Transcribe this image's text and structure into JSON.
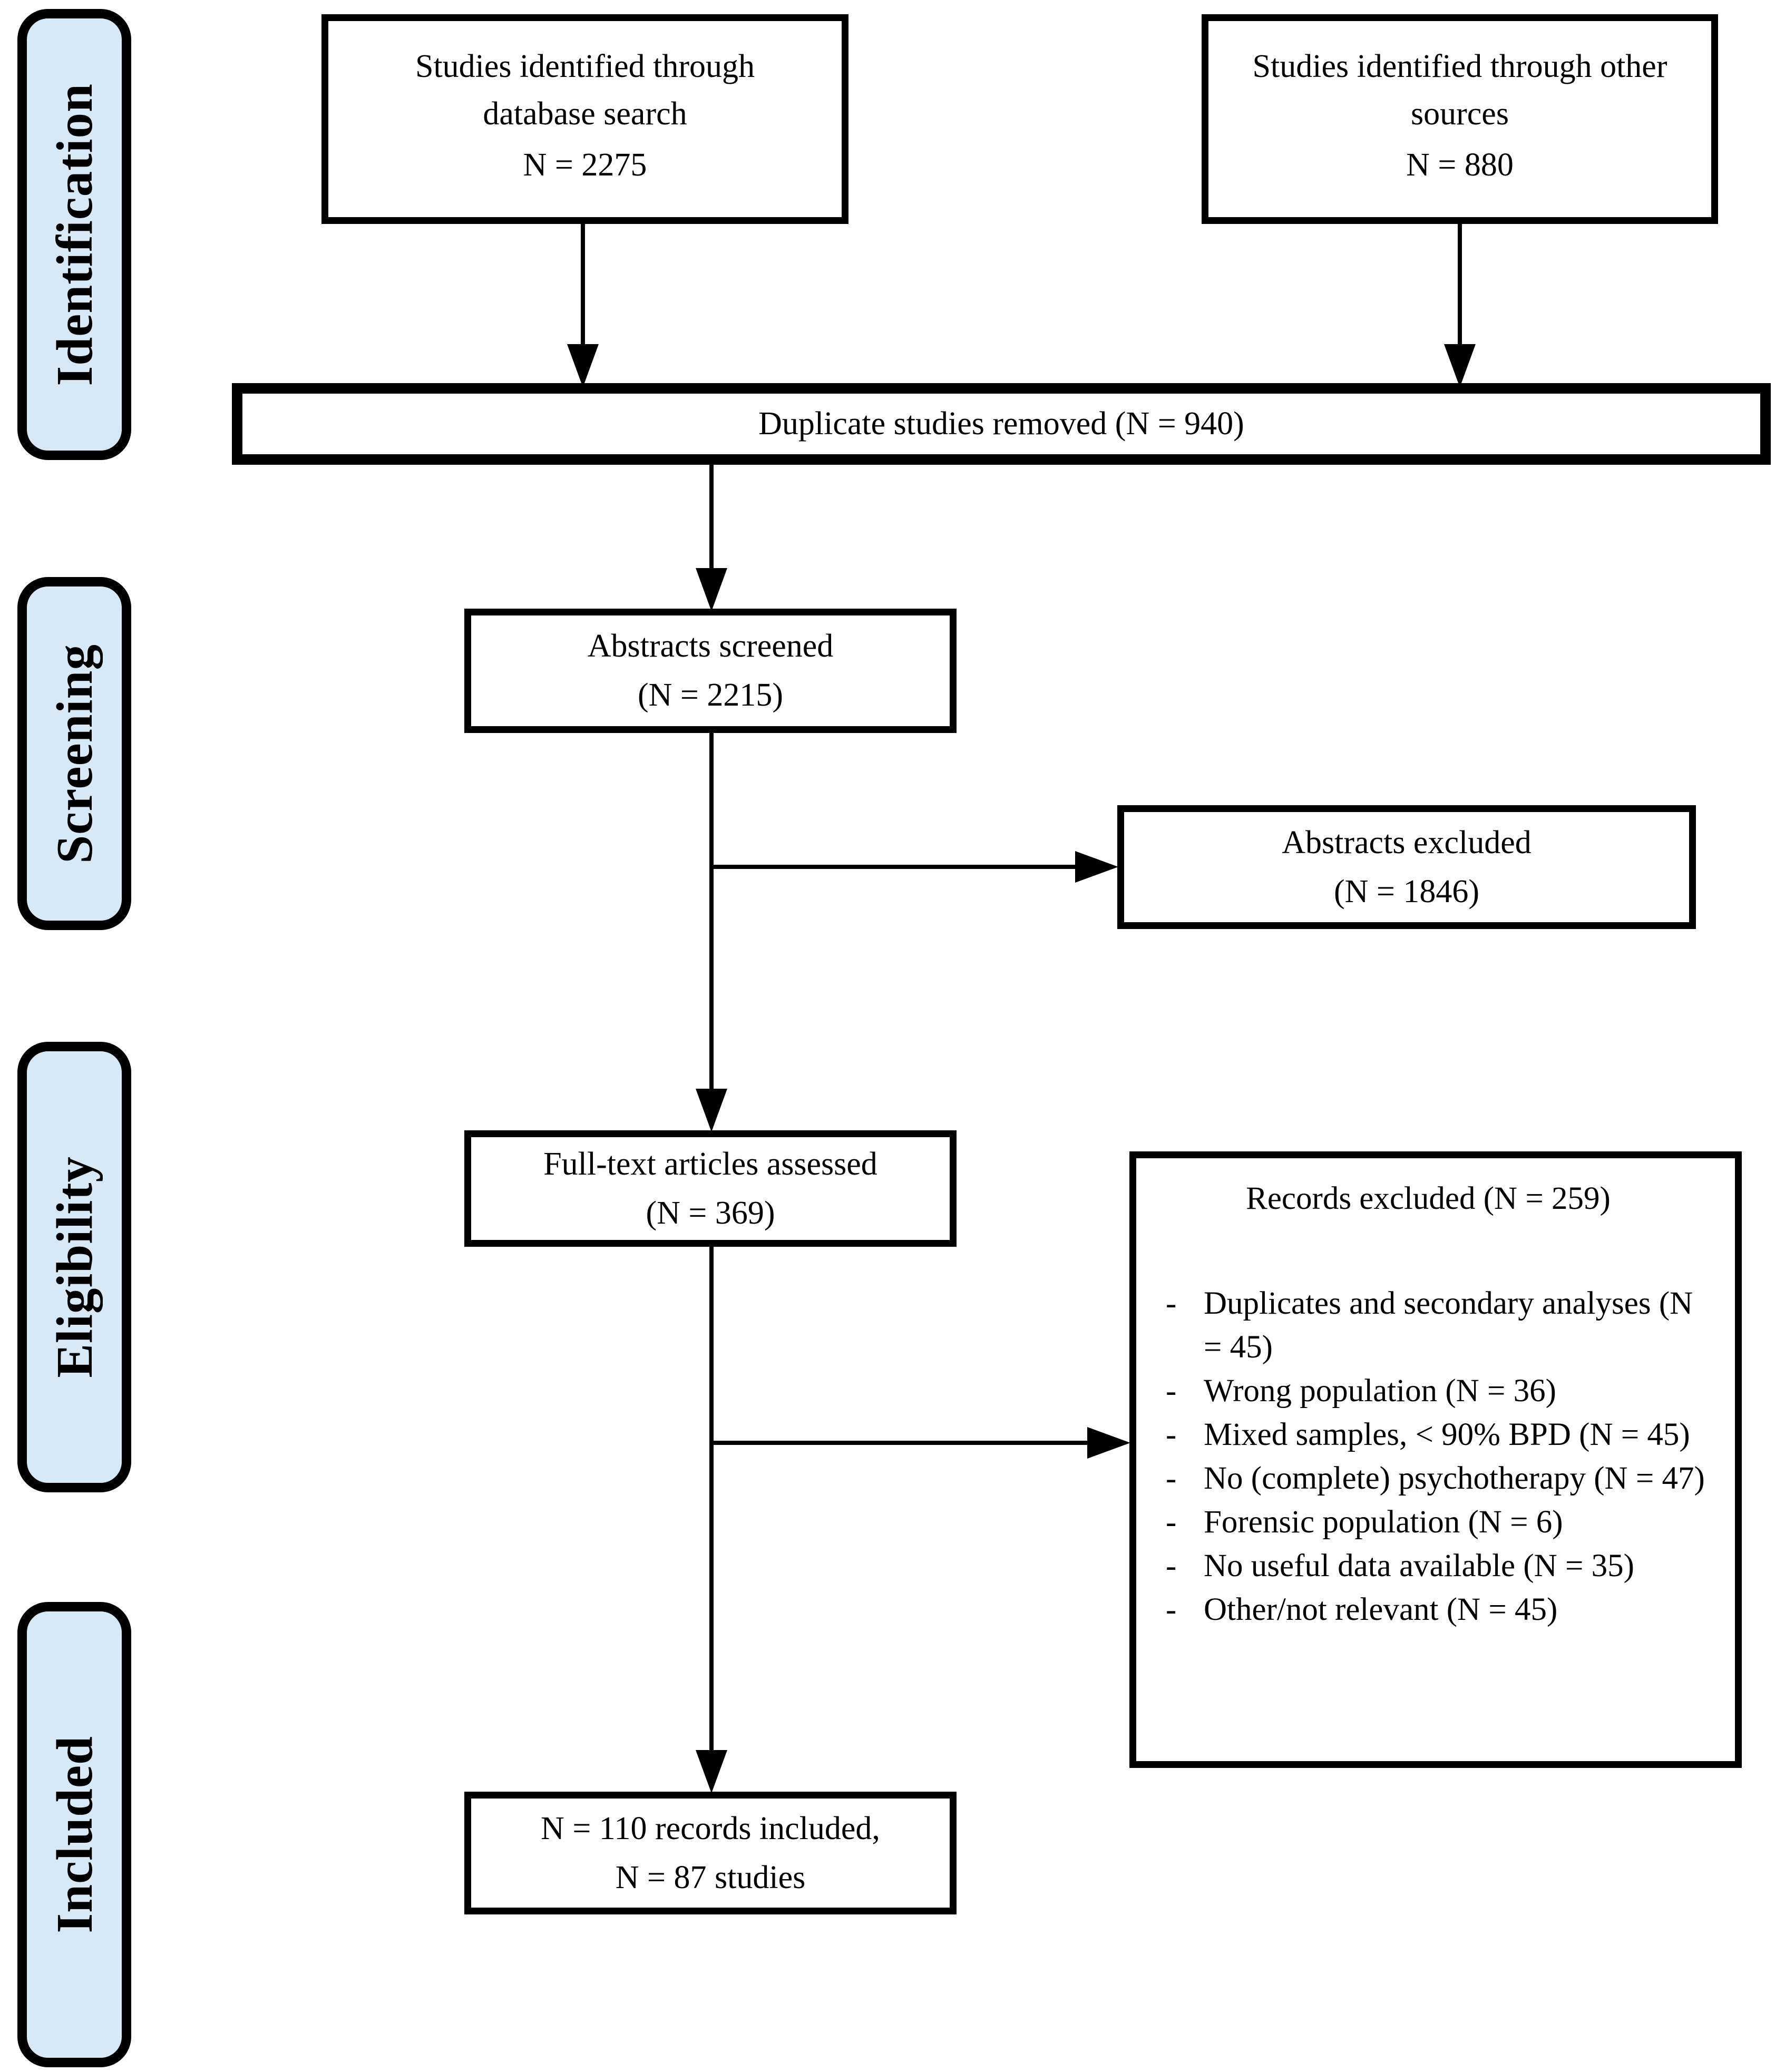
{
  "colors": {
    "stage_fill": "#d7e8f7",
    "line": "#000000",
    "box_background": "#ffffff"
  },
  "stages": [
    {
      "label": "Identification"
    },
    {
      "label": "Screening"
    },
    {
      "label": "Eligibility"
    },
    {
      "label": "Included"
    }
  ],
  "boxes": {
    "database_search": {
      "title": "Studies identified through database search",
      "count": "N = 2275"
    },
    "other_sources": {
      "title": "Studies identified through other sources",
      "count": "N = 880"
    },
    "duplicates_removed": {
      "label": "Duplicate studies removed (N = 940)"
    },
    "abstracts_screened": {
      "line1": "Abstracts screened",
      "line2": "(N = 2215)"
    },
    "abstracts_excluded": {
      "line1": "Abstracts excluded",
      "line2": "(N = 1846)"
    },
    "fulltext_assessed": {
      "line1": "Full-text articles assessed",
      "line2": "(N = 369)"
    },
    "records_excluded": {
      "title": "Records excluded (N = 259)",
      "bullet": "-",
      "reasons": [
        "Duplicates and secondary analyses  (N = 45)",
        "Wrong population (N = 36)",
        "Mixed samples, < 90% BPD (N = 45)",
        "No (complete) psychotherapy (N = 47)",
        "Forensic population (N = 6)",
        "No useful data available (N = 35)",
        "Other/not relevant (N = 45)"
      ]
    },
    "included_records": {
      "line1": "N = 110 records included,",
      "line2": "N = 87 studies"
    }
  }
}
